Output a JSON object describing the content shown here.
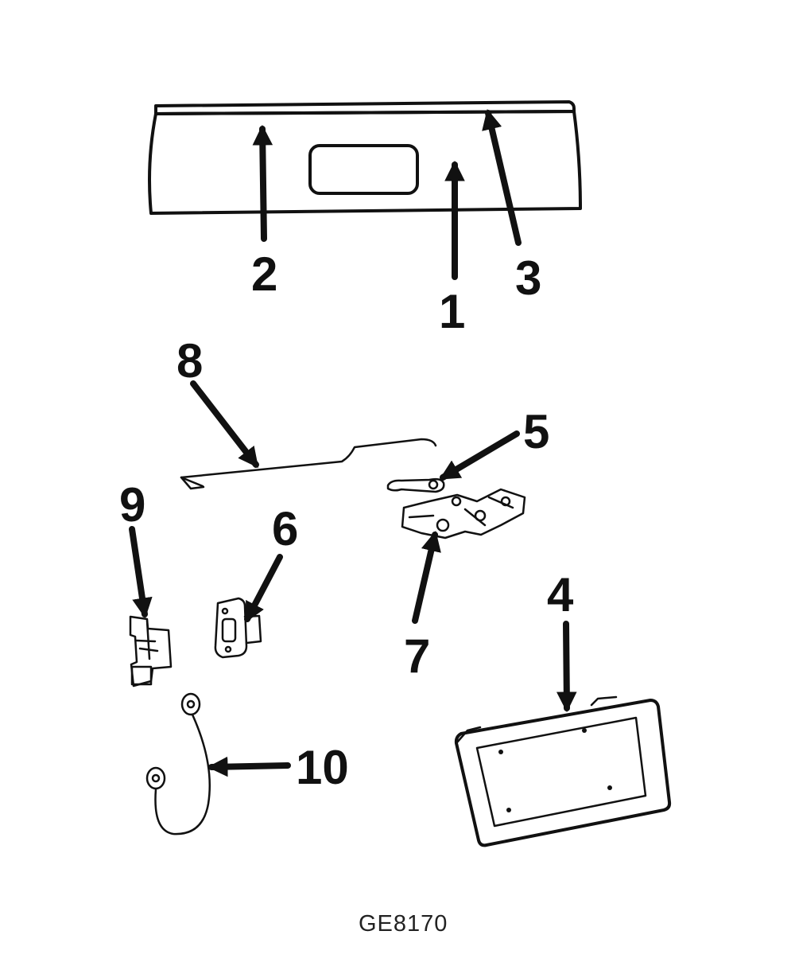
{
  "figure_code": "GE8170",
  "callouts": [
    {
      "id": "1",
      "label": "1"
    },
    {
      "id": "2",
      "label": "2"
    },
    {
      "id": "3",
      "label": "3"
    },
    {
      "id": "4",
      "label": "4"
    },
    {
      "id": "5",
      "label": "5"
    },
    {
      "id": "6",
      "label": "6"
    },
    {
      "id": "7",
      "label": "7"
    },
    {
      "id": "8",
      "label": "8"
    },
    {
      "id": "9",
      "label": "9"
    },
    {
      "id": "10",
      "label": "10"
    }
  ]
}
